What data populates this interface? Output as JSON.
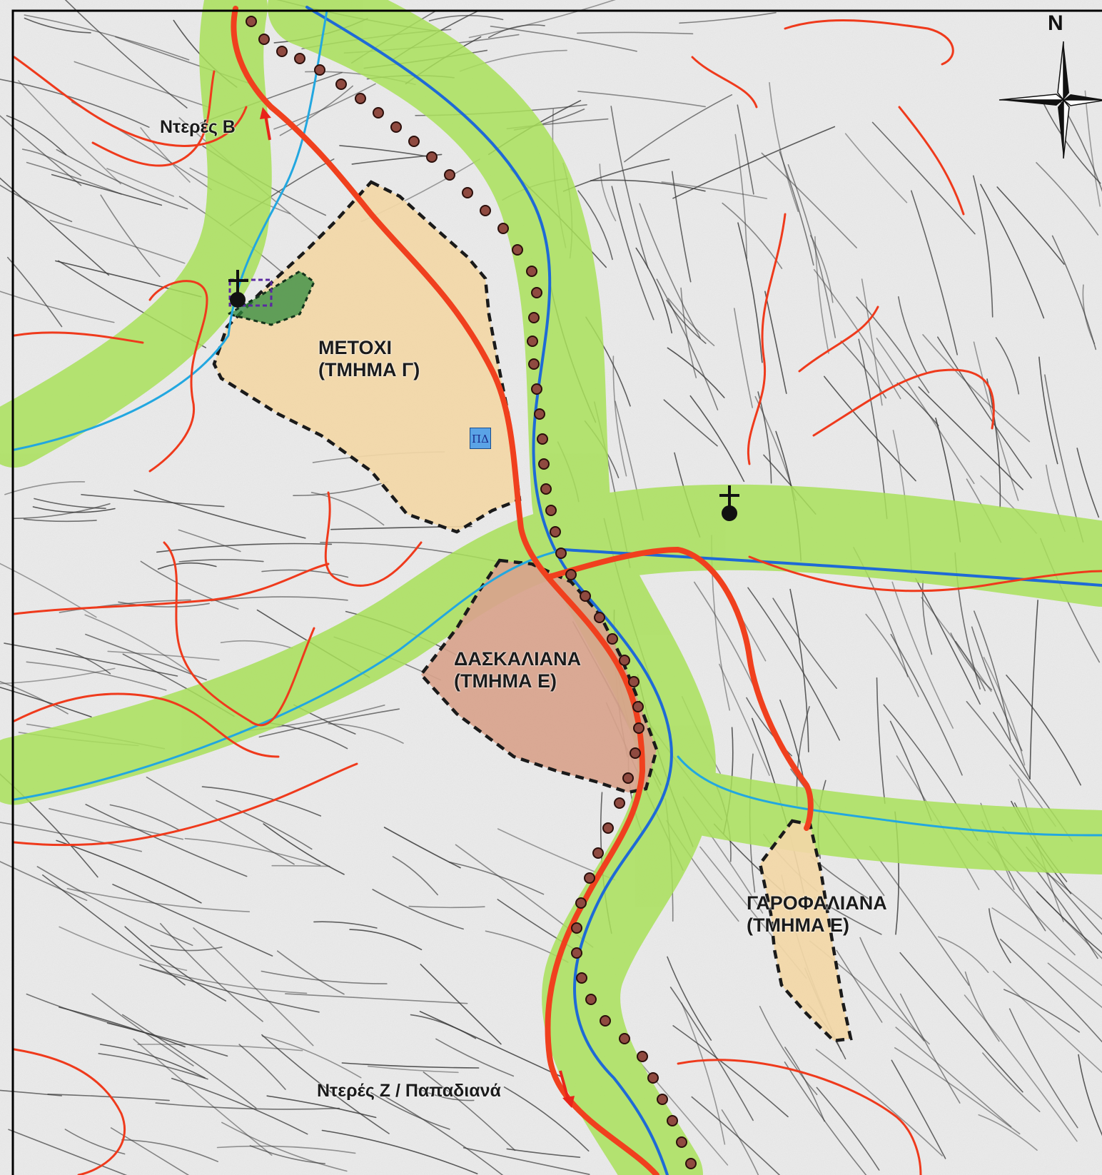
{
  "map": {
    "settlements": [
      {
        "id": "metochi",
        "line1": "ΜΕΤΟΧΙ",
        "line2": "(ΤΜΗΜΑ Γ)"
      },
      {
        "id": "daskaliana",
        "line1": "ΔΑΣΚΑΛΙΑΝΑ",
        "line2": "(ΤΜΗΜΑ Ε)"
      },
      {
        "id": "garofaliana",
        "line1": "ΓΑΡΟΦΑΛΙΑΝΑ",
        "line2": "(ΤΜΗΜΑ Ε)"
      }
    ],
    "direction_labels": {
      "north": "Ντερές Β",
      "south": "Ντερές Ζ / Παπαδιανά"
    },
    "badge": "ΠΔ",
    "compass_letter": "N",
    "colors": {
      "stream_zone": "#a9e05a",
      "main_road": "#f0401e",
      "local_road": "#ef3a1c",
      "stream_dark": "#1e6ad6",
      "stream_light": "#22a7e0",
      "path_dots": "#8f4a40",
      "area_beige": "#f2d7a6",
      "area_brown": "#d8a38c",
      "protected_green": "#2f8a3c",
      "contour": "#3a3a3a",
      "border": "#000000"
    }
  }
}
